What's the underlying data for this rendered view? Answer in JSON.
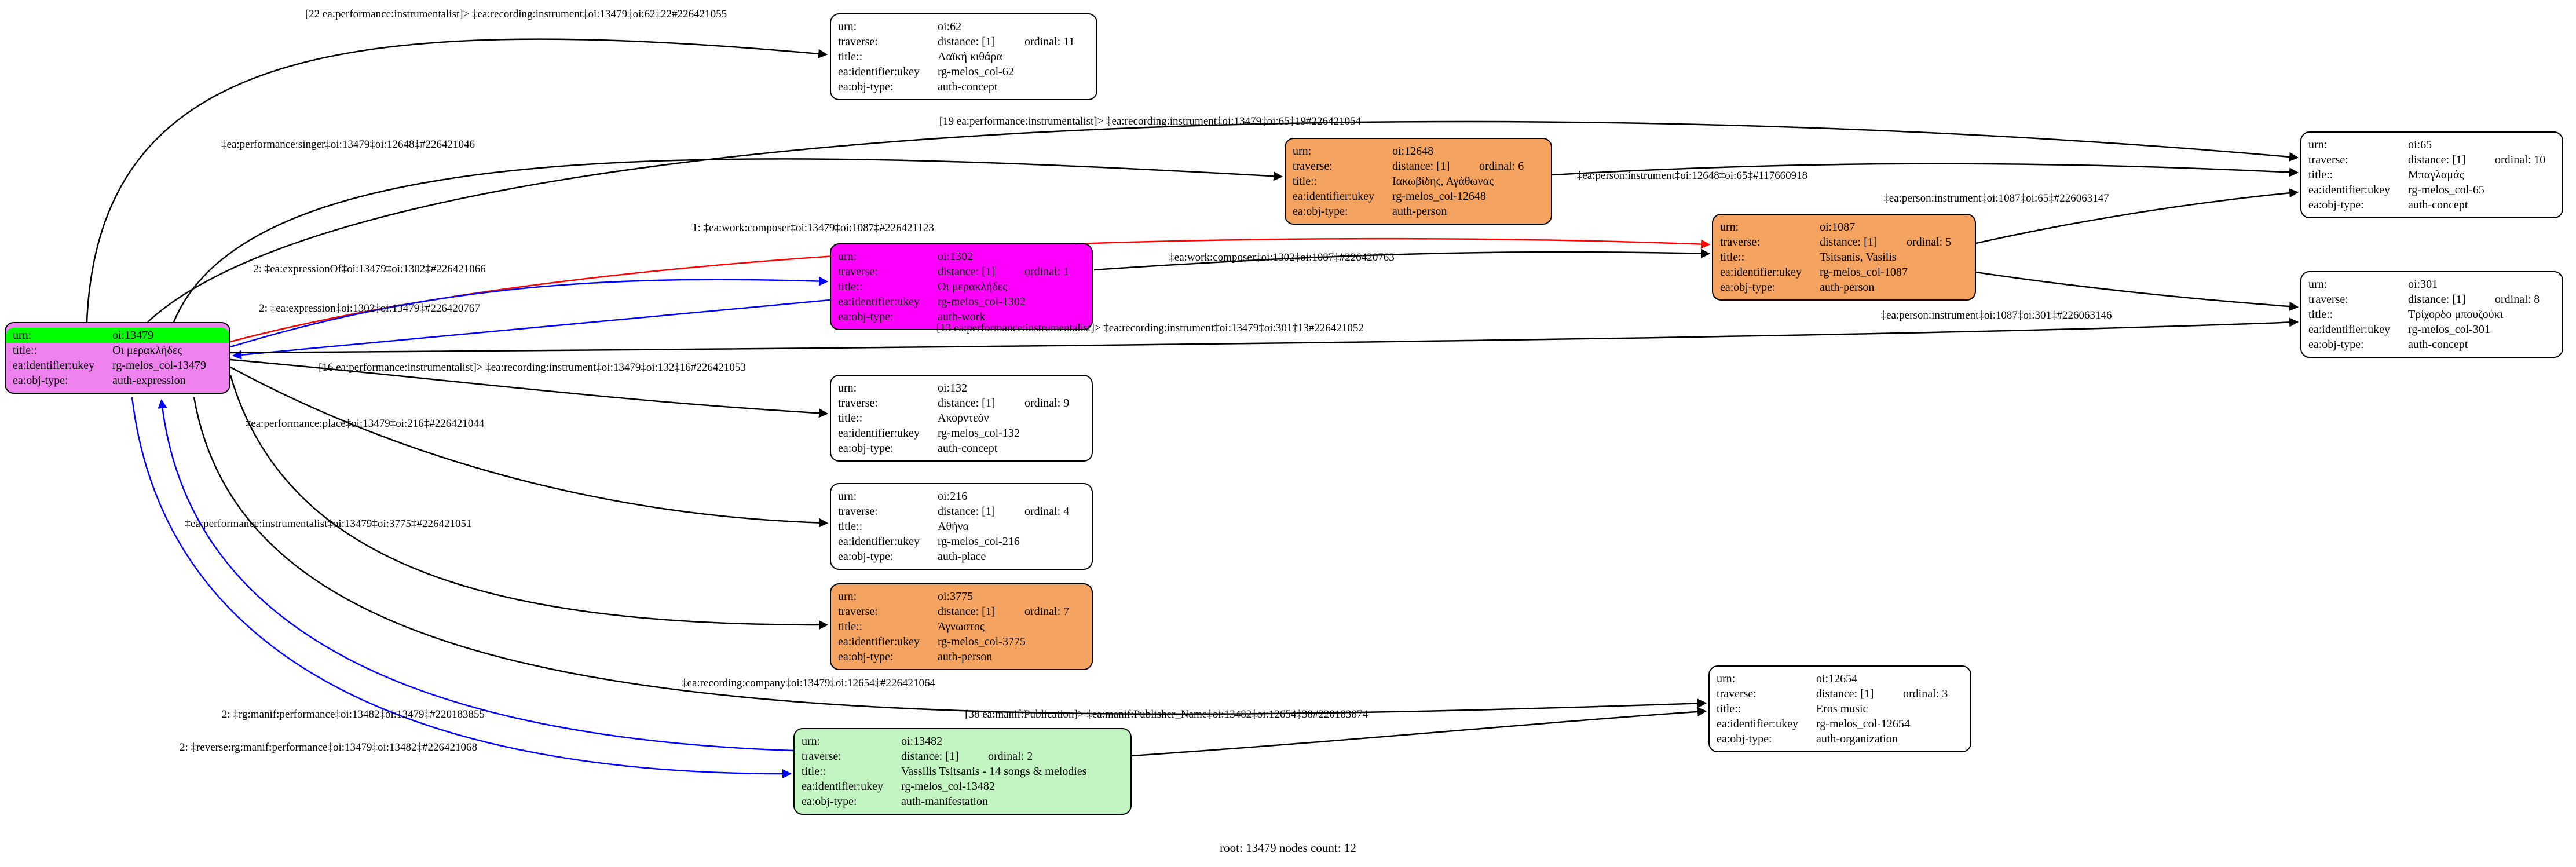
{
  "footer": {
    "text": "root: 13479 nodes count: 12"
  },
  "keys": {
    "urn": "urn:",
    "traverse": "traverse:",
    "title": "title::",
    "ukey": "ea:identifier:ukey",
    "objtype": "ea:obj-type:"
  },
  "colors": {
    "root_fill": "#ee82ee",
    "work_fill": "#ff00ff",
    "person_fill": "#f4a460",
    "manifestation_fill": "#c2f5c2",
    "concept_fill": "#ffffff",
    "urn_highlight": "#00ff00",
    "edge_default": "#000000",
    "edge_red": "#ff0000",
    "edge_blue": "#0000ff"
  },
  "nodes": {
    "root": {
      "urn": "oi:13479",
      "title": "Οι μερακλήδες",
      "ukey": "rg-melos_col-13479",
      "objtype": "auth-expression"
    },
    "n62": {
      "urn": "oi:62",
      "distance": "distance: [1]",
      "ordinal": "ordinal: 11",
      "title": "Λαϊκή κιθάρα",
      "ukey": "rg-melos_col-62",
      "objtype": "auth-concept"
    },
    "n12648": {
      "urn": "oi:12648",
      "distance": "distance: [1]",
      "ordinal": "ordinal: 6",
      "title": "Ιακωβίδης, Αγάθωνας",
      "ukey": "rg-melos_col-12648",
      "objtype": "auth-person"
    },
    "n1087": {
      "urn": "oi:1087",
      "distance": "distance: [1]",
      "ordinal": "ordinal: 5",
      "title": "Tsitsanis, Vasilis",
      "ukey": "rg-melos_col-1087",
      "objtype": "auth-person"
    },
    "n65": {
      "urn": "oi:65",
      "distance": "distance: [1]",
      "ordinal": "ordinal: 10",
      "title": "Μπαγλαμάς",
      "ukey": "rg-melos_col-65",
      "objtype": "auth-concept"
    },
    "n1302": {
      "urn": "oi:1302",
      "distance": "distance: [1]",
      "ordinal": "ordinal: 1",
      "title": "Οι μερακλήδες",
      "ukey": "rg-melos_col-1302",
      "objtype": "auth-work"
    },
    "n301": {
      "urn": "oi:301",
      "distance": "distance: [1]",
      "ordinal": "ordinal: 8",
      "title": "Τρίχορδο μπουζούκι",
      "ukey": "rg-melos_col-301",
      "objtype": "auth-concept"
    },
    "n132": {
      "urn": "oi:132",
      "distance": "distance: [1]",
      "ordinal": "ordinal: 9",
      "title": "Ακορντεόν",
      "ukey": "rg-melos_col-132",
      "objtype": "auth-concept"
    },
    "n216": {
      "urn": "oi:216",
      "distance": "distance: [1]",
      "ordinal": "ordinal: 4",
      "title": "Αθήνα",
      "ukey": "rg-melos_col-216",
      "objtype": "auth-place"
    },
    "n3775": {
      "urn": "oi:3775",
      "distance": "distance: [1]",
      "ordinal": "ordinal: 7",
      "title": "Άγνωστος",
      "ukey": "rg-melos_col-3775",
      "objtype": "auth-person"
    },
    "n12654": {
      "urn": "oi:12654",
      "distance": "distance: [1]",
      "ordinal": "ordinal: 3",
      "title": "Eros music",
      "ukey": "rg-melos_col-12654",
      "objtype": "auth-organization"
    },
    "n13482": {
      "urn": "oi:13482",
      "distance": "distance: [1]",
      "ordinal": "ordinal: 2",
      "title": "Vassilis Tsitsanis - 14 songs & melodies",
      "ukey": "rg-melos_col-13482",
      "objtype": "auth-manifestation"
    }
  },
  "edges": {
    "e1": "[22 ea:performance:instrumentalist]> ‡ea:recording:instrument‡oi:13479‡oi:62‡22#226421055",
    "e2": "‡ea:performance:singer‡oi:13479‡oi:12648‡#226421046",
    "e3": "[19 ea:performance:instrumentalist]> ‡ea:recording:instrument‡oi:13479‡oi:65‡19#226421054",
    "e4": "‡ea:person:instrument‡oi:12648‡oi:65‡#117660918",
    "e5": "‡ea:person:instrument‡oi:1087‡oi:65‡#226063147",
    "e6": "1: ‡ea:work:composer‡oi:13479‡oi:1087‡#226421123",
    "e7": "2: ‡ea:expressionOf‡oi:13479‡oi:1302‡#226421066",
    "e8": "‡ea:work:composer‡oi:1302‡oi:1087‡#226420763",
    "e9": "2: ‡ea:expression‡oi:1302‡oi:13479‡#226420767",
    "e10": "‡ea:person:instrument‡oi:1087‡oi:301‡#226063146",
    "e11": "[13 ea:performance:instrumentalist]> ‡ea:recording:instrument‡oi:13479‡oi:301‡13#226421052",
    "e12": "[16 ea:performance:instrumentalist]> ‡ea:recording:instrument‡oi:13479‡oi:132‡16#226421053",
    "e13": "‡ea:performance:place‡oi:13479‡oi:216‡#226421044",
    "e14": "‡ea:performance:instrumentalist‡oi:13479‡oi:3775‡#226421051",
    "e15": "‡ea:recording:company‡oi:13479‡oi:12654‡#226421064",
    "e16": "2: ‡rg:manif:performance‡oi:13482‡oi:13479‡#220183855",
    "e17": "[38 ea:manif:Publication]> ‡ea:manif:Publisher_Name‡oi:13482‡oi:12654‡38#220183874",
    "e18": "2: ‡reverse:rg:manif:performance‡oi:13479‡oi:13482‡#226421068"
  }
}
